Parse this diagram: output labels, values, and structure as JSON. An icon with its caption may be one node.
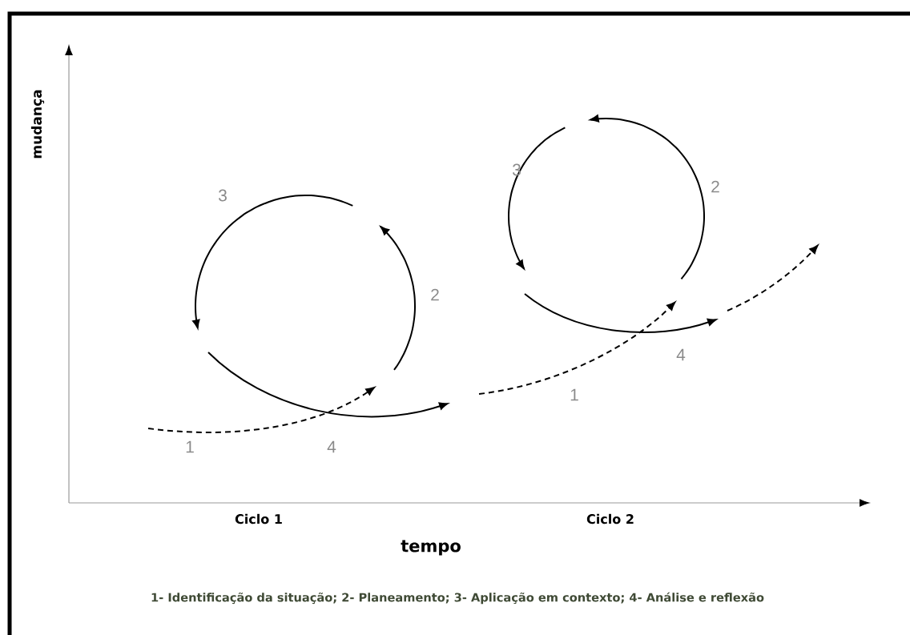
{
  "diagram": {
    "caption": "1- Identificação da situação; 2- Planeamento; 3- Aplicação em contexto; 4- Análise e reflexão",
    "labels": [
      "mudança",
      "3",
      "2",
      "1",
      "4",
      "3",
      "2",
      "4",
      "1",
      "Ciclo 1",
      "Ciclo 2",
      "tempo"
    ]
  }
}
